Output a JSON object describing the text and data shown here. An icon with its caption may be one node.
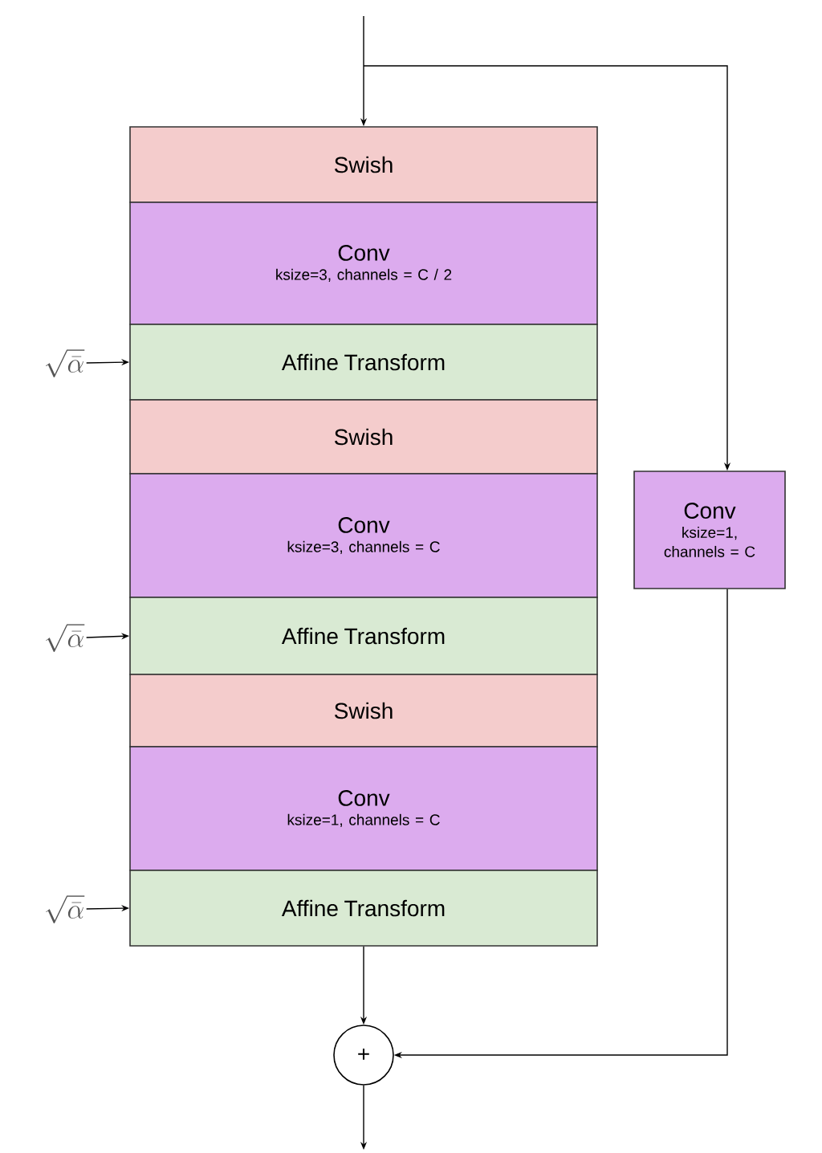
{
  "diagram": {
    "nodes": [
      {
        "text": [
          "Swish"
        ]
      },
      {
        "text": [
          "Conv",
          "ksize=3, channels = C / 2"
        ]
      },
      {
        "text": [
          "Affine Transform"
        ]
      },
      {
        "text": [
          "Swish"
        ]
      },
      {
        "text": [
          "Conv",
          "ksize=3, channels = C"
        ]
      },
      {
        "text": [
          "Affine Transform"
        ]
      },
      {
        "text": [
          "Swish"
        ]
      },
      {
        "text": [
          "Conv",
          "ksize=1, channels = C"
        ]
      },
      {
        "text": [
          "Affine Transform"
        ]
      },
      {
        "text": [
          "Conv",
          "ksize=1, channels = C"
        ]
      },
      {
        "text": [
          "\\sqrt{\\bar{\\alpha}}"
        ]
      },
      {
        "text": [
          "\\sqrt{\\bar{\\alpha}}"
        ]
      },
      {
        "text": [
          "\\sqrt{\\bar{\\alpha}}"
        ]
      },
      {
        "text": [
          "+"
        ]
      }
    ],
    "edges": [
      {
        "from": null,
        "to": 0,
        "arrow": "to"
      },
      {
        "from": null,
        "to": 9,
        "arrow": "to"
      },
      {
        "from": 10,
        "to": 2,
        "arrow": "to"
      },
      {
        "from": 11,
        "to": 5,
        "arrow": "to"
      },
      {
        "from": 12,
        "to": 8,
        "arrow": "to"
      },
      {
        "from": 8,
        "to": 13,
        "arrow": "to"
      },
      {
        "from": 9,
        "to": 13,
        "arrow": "to"
      },
      {
        "from": 13,
        "to": null,
        "arrow": "to"
      }
    ]
  }
}
